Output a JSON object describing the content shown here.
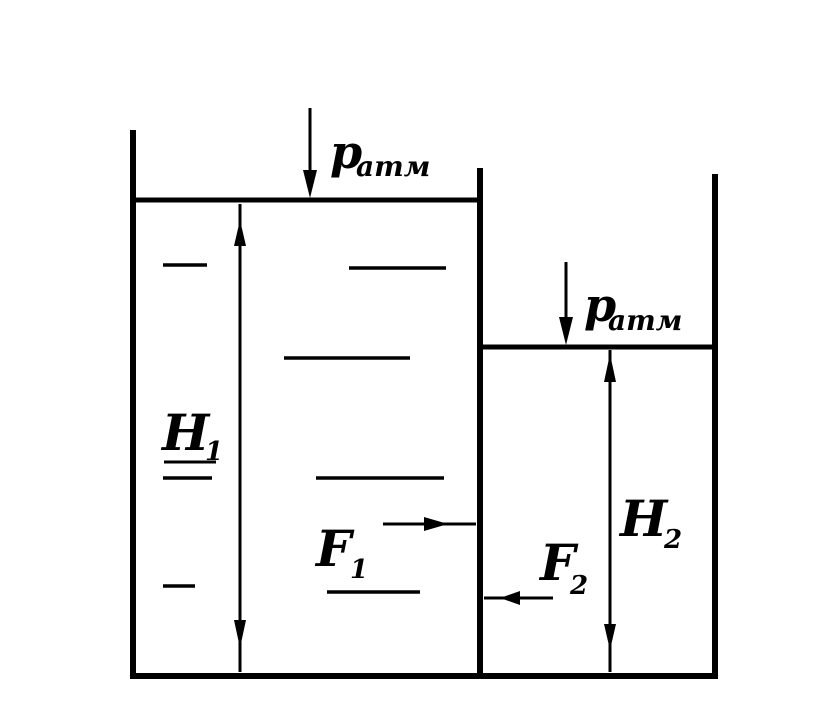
{
  "diagram": {
    "labels": {
      "p_atm_left_main": "p",
      "p_atm_left_sub": "атм",
      "p_atm_right_main": "p",
      "p_atm_right_sub": "атм",
      "h1_main": "H",
      "h1_sub": "1",
      "h2_main": "H",
      "h2_sub": "2",
      "f1_main": "F",
      "f1_sub": "1",
      "f2_main": "F",
      "f2_sub": "2"
    }
  }
}
